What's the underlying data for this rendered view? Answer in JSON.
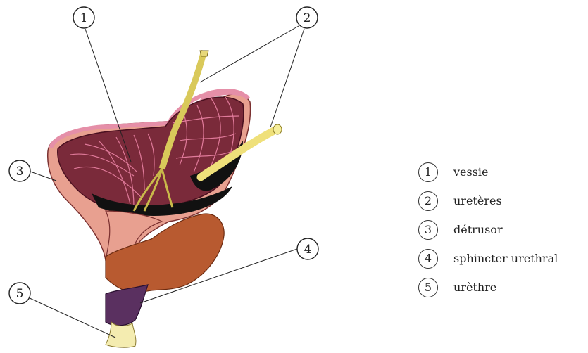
{
  "callouts": [
    "1",
    "2",
    "3",
    "4",
    "5"
  ],
  "legend": [
    {
      "num": "1",
      "label": "vessie"
    },
    {
      "num": "2",
      "label": "uretères"
    },
    {
      "num": "3",
      "label": "détrusor"
    },
    {
      "num": "4",
      "label": "sphincter urethral"
    },
    {
      "num": "5",
      "label": "urèthre"
    }
  ],
  "colors": {
    "muscle": "#7a2a3a",
    "muscle_fiber": "#e07a9a",
    "inner_cavity": "#111111",
    "rim": "#e58fa8",
    "outer_wall": "#e8a090",
    "ureter": "#efe07a",
    "sphincter_orange": "#b85a30",
    "sphincter_purple": "#5a3060",
    "urethra": "#f4ecb0"
  }
}
